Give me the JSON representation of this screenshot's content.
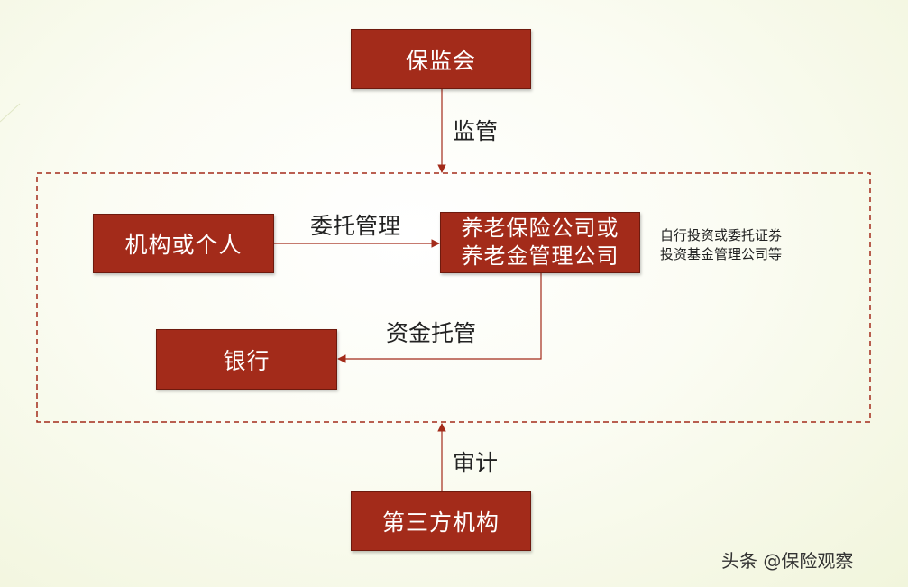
{
  "boxes": {
    "regulator": "保监会",
    "client": "机构或个人",
    "company_line1": "养老保险公司或",
    "company_line2": "养老金管理公司",
    "bank": "银行",
    "third_party": "第三方机构"
  },
  "edges": {
    "supervision": "监管",
    "entrust": "委托管理",
    "custody": "资金托管",
    "audit": "审计"
  },
  "note": {
    "line1": "自行投资或委托证券",
    "line2": "投资基金管理公司等"
  },
  "watermark": "头条 @保险观察",
  "colors": {
    "box_fill": "#a32b1a",
    "line": "#a32b1a",
    "text": "#222222"
  }
}
